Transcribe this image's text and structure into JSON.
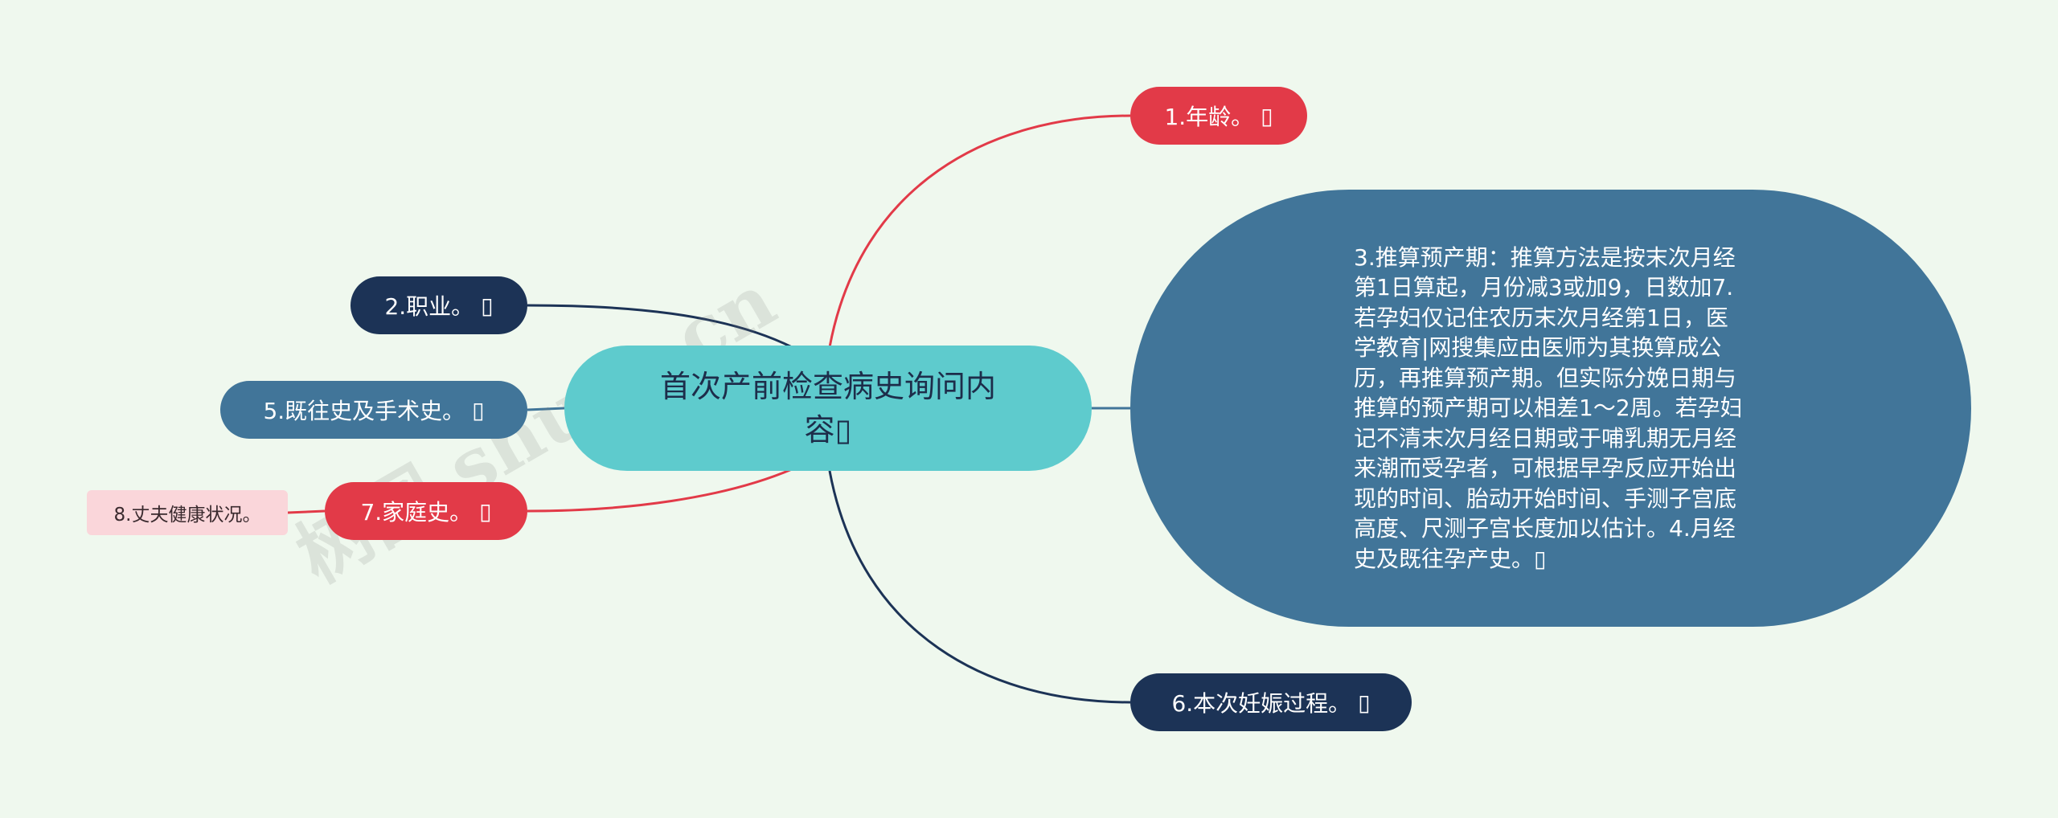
{
  "center": {
    "line1": "首次产前检查病史询问内",
    "line2": "容"
  },
  "nodes": {
    "n1": "1.年龄。",
    "n2": "2.职业。",
    "n3": "3.推算预产期：推算方法是按末次月经第1日算起，月份减3或加9，日数加7.若孕妇仅记住农历末次月经第1日，医学教育|网搜集应由医师为其换算成公历，再推算预产期。但实际分娩日期与推算的预产期可以相差1～2周。若孕妇记不清末次月经日期或于哺乳期无月经来潮而受孕者，可根据早孕反应开始出现的时间、胎动开始时间、手测子宫底高度、尺测子宫长度加以估计。4.月经史及既往孕产史。",
    "n5": "5.既往史及手术史。",
    "n6": "6.本次妊娠过程。",
    "n7": "7.家庭史。",
    "n8": "8.丈夫健康状况。"
  },
  "placeholder_glyph": "▯",
  "watermark": "树图 shutu.cn",
  "colors": {
    "background": "#eff8ee",
    "center": "#5ecbcd",
    "red": "#e23a48",
    "navy": "#1c3356",
    "steel": "#417599",
    "pink": "#fad6da"
  }
}
